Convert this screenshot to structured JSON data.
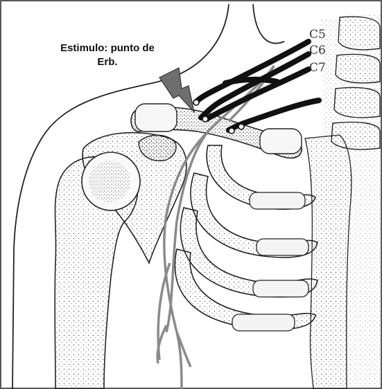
{
  "caption": {
    "line1": "Estimulo:  punto de",
    "line2": "Erb."
  },
  "roots": [
    {
      "label": "C5"
    },
    {
      "label": "C6"
    },
    {
      "label": "C7"
    }
  ],
  "colors": {
    "nerve": "#111111",
    "plexus_branch": "#8a8a8a",
    "bone_outline": "#222222",
    "background": "#ffffff"
  },
  "icons": {
    "stimulus": "lightning-bolt-icon"
  }
}
